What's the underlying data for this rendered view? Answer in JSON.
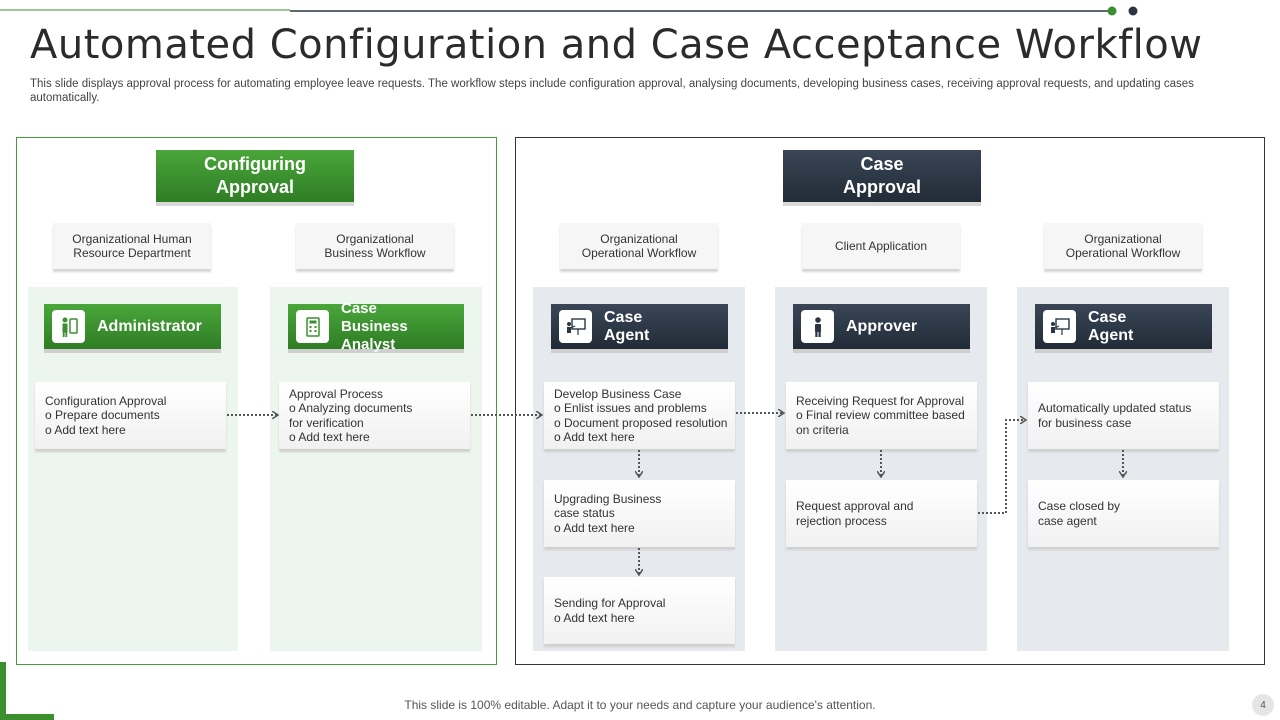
{
  "title": "Automated Configuration and Case Acceptance Workflow",
  "subtitle": "This slide displays approval process for automating employee leave requests. The workflow steps include configuration approval, analysing documents, developing business cases, receiving approval requests, and updating cases automatically.",
  "colors": {
    "green": "#3b8f2e",
    "dark": "#2b3644",
    "light_green_bg": "#edf6ee",
    "light_gray_bg": "#e6eaef"
  },
  "sections": [
    {
      "title": "Configuring\nApproval"
    },
    {
      "title": "Case\nApproval"
    }
  ],
  "columns": [
    {
      "org": "Organizational Human\nResource Department",
      "role": "Administrator",
      "icon": "person-phone-icon",
      "cards": [
        "Configuration Approval\no Prepare documents\no Add text here"
      ]
    },
    {
      "org": "Organizational\nBusiness Workflow",
      "role": "Case\nBusiness Analyst",
      "icon": "calculator-icon",
      "cards": [
        "Approval Process\no Analyzing documents\n   for verification\no Add text here"
      ]
    },
    {
      "org": "Organizational\nOperational Workflow",
      "role": "Case\nAgent",
      "icon": "presenter-icon",
      "cards": [
        "Develop Business Case\no Enlist issues and problems\no Document proposed resolution\no Add text here",
        "Upgrading Business\ncase status\no Add text here",
        "Sending for Approval\no     Add text here"
      ]
    },
    {
      "org": "Client Application",
      "role": "Approver",
      "icon": "person-icon",
      "cards": [
        "Receiving Request for Approval\no Final review committee based\n   on criteria",
        "Request approval and\nrejection process"
      ]
    },
    {
      "org": "Organizational\nOperational Workflow",
      "role": "Case\nAgent",
      "icon": "presenter-icon",
      "cards": [
        "Automatically updated status\nfor business case",
        "Case closed by\ncase agent"
      ]
    }
  ],
  "footer": "This slide is 100% editable. Adapt it to your needs and capture your audience's attention.",
  "page_number": "4"
}
